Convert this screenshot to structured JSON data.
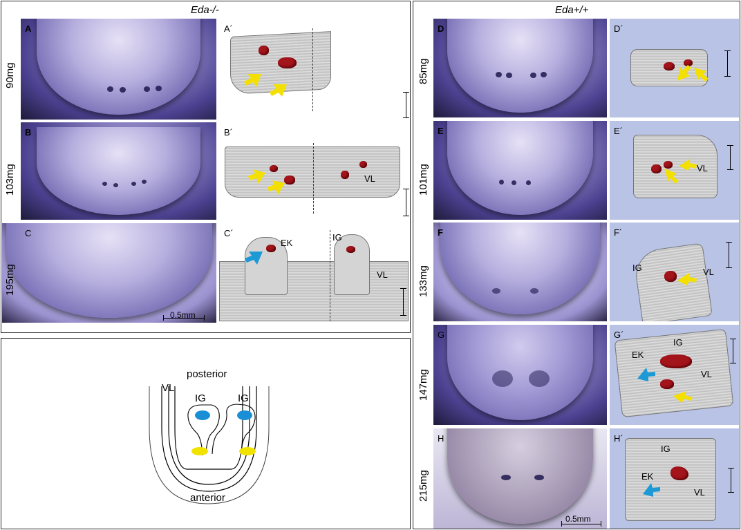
{
  "left_panel": {
    "title": "Eda-/-",
    "rows": [
      {
        "letter": "A",
        "prime": "A´",
        "mass": "90mg"
      },
      {
        "letter": "B",
        "prime": "B´",
        "mass": "103mg"
      },
      {
        "letter": "C",
        "prime": "C´",
        "mass": "195mg"
      }
    ],
    "scale_label": "0.5mm"
  },
  "right_panel": {
    "title": "Eda+/+",
    "rows": [
      {
        "letter": "D",
        "prime": "D´",
        "mass": "85mg"
      },
      {
        "letter": "E",
        "prime": "E´",
        "mass": "101mg"
      },
      {
        "letter": "F",
        "prime": "F´",
        "mass": "133mg"
      },
      {
        "letter": "G",
        "prime": "G´",
        "mass": "147mg"
      },
      {
        "letter": "H",
        "prime": "H´",
        "mass": "215mg"
      }
    ],
    "scale_label": "0.5mm"
  },
  "annotations": {
    "vl": "VL",
    "ek": "EK",
    "ig": "IG"
  },
  "schematic": {
    "posterior": "posterior",
    "anterior": "anterior",
    "vl": "VL",
    "ig_left": "IG",
    "ig_right": "IG"
  },
  "colors": {
    "yellow_arrow": "#f4e000",
    "blue_arrow": "#1d9ad6",
    "red_region": "#a3141b",
    "schematic_blue": "#1b8fd6",
    "schematic_yellow": "#f2e200"
  }
}
